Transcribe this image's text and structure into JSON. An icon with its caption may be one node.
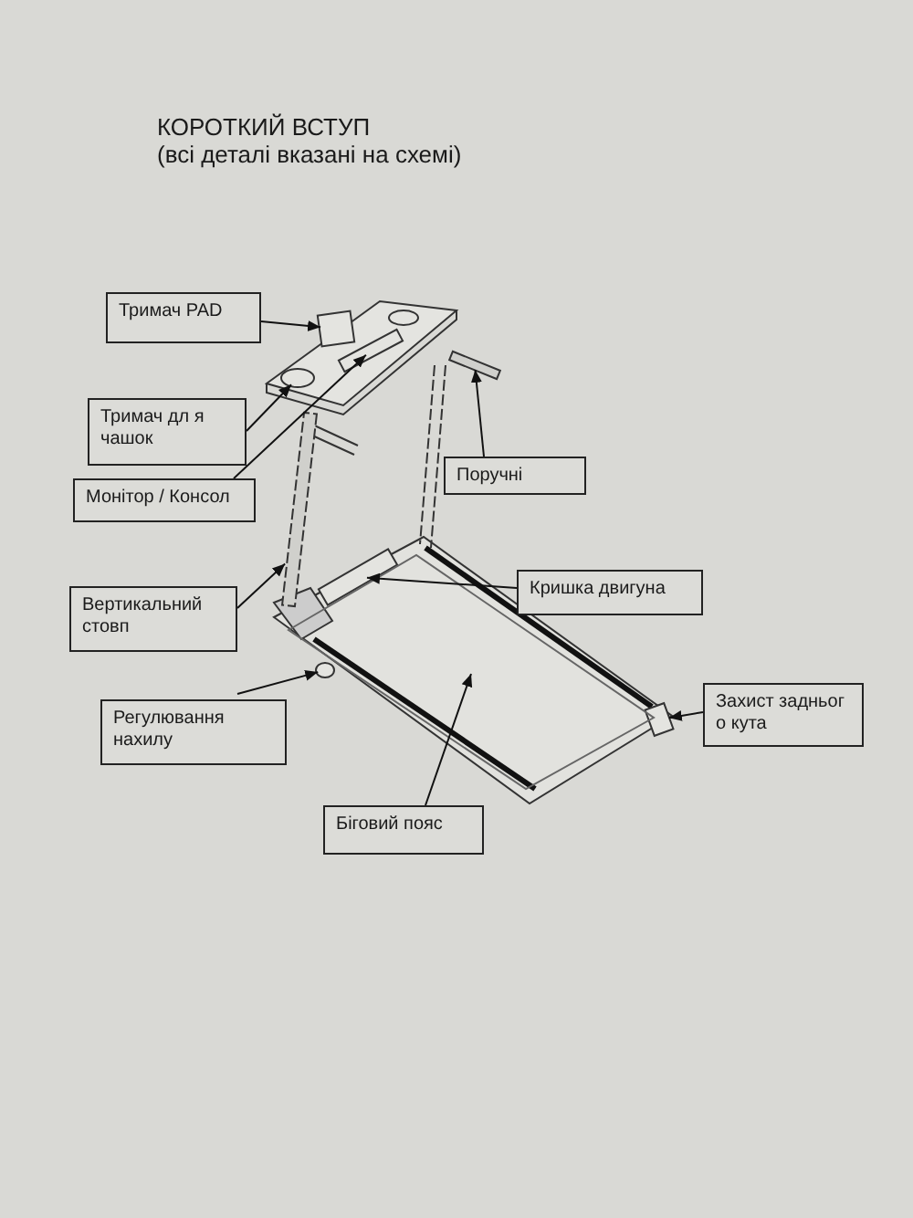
{
  "diagram": {
    "title": "КОРОТКИЙ ВСТУП",
    "nodes": [
      {
        "text": [
          "Тримач PAD"
        ]
      },
      {
        "text": [
          "Тримач дл я чашок"
        ]
      },
      {
        "text": [
          "Монітор / Консол"
        ]
      },
      {
        "text": [
          "Поручні"
        ]
      },
      {
        "text": [
          "Вертикальний стовп"
        ]
      },
      {
        "text": [
          "Кришка двигуна"
        ]
      },
      {
        "text": [
          "Регулювання нахилу"
        ]
      },
      {
        "text": [
          "Захист задньог о кута"
        ]
      },
      {
        "text": [
          "Біговий пояс"
        ]
      },
      {
        "text": [],
        "shape": "box"
      },
      {
        "text": [],
        "shape": "circle"
      },
      {
        "text": [],
        "shape": "box"
      },
      {
        "text": [],
        "shape": "bar"
      },
      {
        "text": [],
        "shape": "bar"
      },
      {
        "text": [],
        "shape": "box"
      },
      {
        "text": [],
        "shape": "circle"
      },
      {
        "text": [],
        "shape": "box"
      },
      {
        "text": [],
        "shape": "box"
      }
    ],
    "edges": [
      {
        "from": 0,
        "to": 9,
        "arrow": "to"
      },
      {
        "from": 1,
        "to": 10,
        "arrow": "to"
      },
      {
        "from": 2,
        "to": 11,
        "arrow": "to"
      },
      {
        "from": 3,
        "to": 12,
        "arrow": "to"
      },
      {
        "from": 4,
        "to": 13,
        "arrow": "to"
      },
      {
        "from": 5,
        "to": 14,
        "arrow": "to"
      },
      {
        "from": 6,
        "to": 15,
        "arrow": "to"
      },
      {
        "from": 7,
        "to": 16,
        "arrow": "to"
      },
      {
        "from": 8,
        "to": 17,
        "arrow": "to"
      }
    ],
    "labels": [
      "(всі деталі вказані на схемі)"
    ]
  }
}
